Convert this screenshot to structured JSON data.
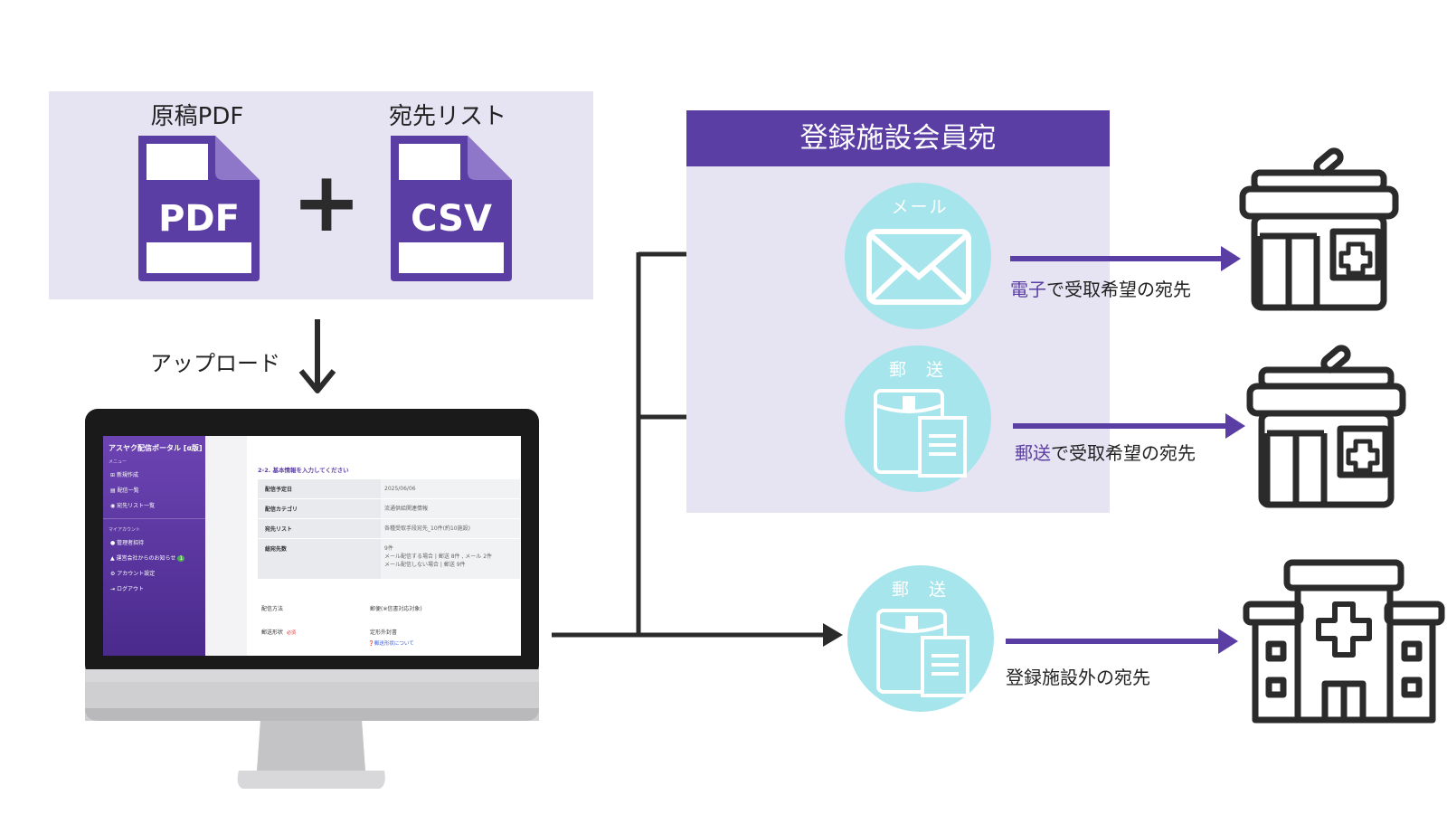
{
  "inputs": {
    "manuscript_label": "原稿PDF",
    "manuscript_icon_text": "PDF",
    "list_label": "宛先リスト",
    "list_icon_text": "CSV",
    "plus": "+"
  },
  "upload_label": "アップロード",
  "member_group": {
    "title": "登録施設会員宛",
    "email_label": "メール",
    "post_label": "郵 送"
  },
  "outside_group": {
    "post_label": "郵 送"
  },
  "destinations": {
    "email_accent": "電子",
    "email_rest": "で受取希望の宛先",
    "post_accent": "郵送",
    "post_rest": "で受取希望の宛先",
    "outside": "登録施設外の宛先"
  },
  "icons": {
    "email": "envelope-icon",
    "post": "parcel-document-icon",
    "pharmacy": "pharmacy-icon",
    "hospital": "hospital-icon",
    "pdf": "pdf-file-icon",
    "csv": "csv-file-icon"
  },
  "colors": {
    "accent": "#5b3ea4",
    "panel": "#e6e3f3",
    "bubble": "#a6e5ec",
    "dark": "#2b2b2b"
  },
  "portal": {
    "brand": "アスヤク配信ポータル [α版]",
    "menu_heading": "メニュー",
    "menu_items": [
      "新規作成",
      "配信一覧",
      "宛先リスト一覧"
    ],
    "account_heading": "マイアカウント",
    "account_items": [
      "管理者招待",
      "運営会社からのお知らせ",
      "アカウント設定",
      "ログアウト"
    ],
    "notice_badge": "1",
    "step_title": "2-2. 基本情報を入力してください",
    "rows": [
      {
        "key": "配信予定日",
        "value": "2025/06/06"
      },
      {
        "key": "配信カテゴリ",
        "value": "流通供給関連情報"
      },
      {
        "key": "宛先リスト",
        "value": "各種受取手段宛先_10件(約10施設)"
      },
      {
        "key": "総宛先数",
        "value": "9件",
        "detail1": "メール配信する場合 | 郵送 8件 , メール 2件",
        "detail2": "メール配信しない場合 | 郵送 9件"
      }
    ],
    "delivery_key": "配信方法",
    "delivery_value": "郵便(※信書対応対象)",
    "shipping_key": "郵送形状",
    "shipping_required": "必須",
    "shipping_value": "定形外封書",
    "shipping_link": "郵送形状について"
  }
}
